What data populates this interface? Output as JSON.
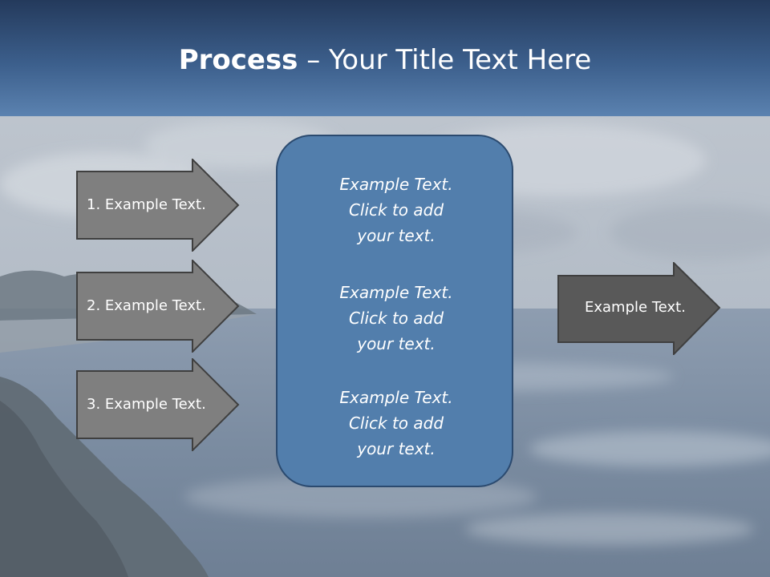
{
  "slide": {
    "title_bold": "Process",
    "title_rest": " – Your Title Text Here",
    "colors": {
      "header_dark": "#243a5c",
      "header_light": "#5b82b0",
      "left_arrow_fill": "#7f7f7f",
      "right_arrow_fill": "#595959",
      "arrow_border": "#3f3f3f",
      "center_box_fill": "#527eac",
      "center_box_border": "#2b4a6f"
    }
  },
  "left_arrows": [
    {
      "label": "1. Example Text."
    },
    {
      "label": "2. Example Text."
    },
    {
      "label": "3. Example Text."
    }
  ],
  "center_box": {
    "paragraphs": [
      {
        "line1": "Example Text.",
        "line2": "Click  to add",
        "line3": "your text."
      },
      {
        "line1": "Example Text.",
        "line2": "Click  to add",
        "line3": "your text."
      },
      {
        "line1": "Example Text.",
        "line2": "Click  to add",
        "line3": "your text."
      }
    ]
  },
  "right_arrow": {
    "label": "Example Text."
  }
}
